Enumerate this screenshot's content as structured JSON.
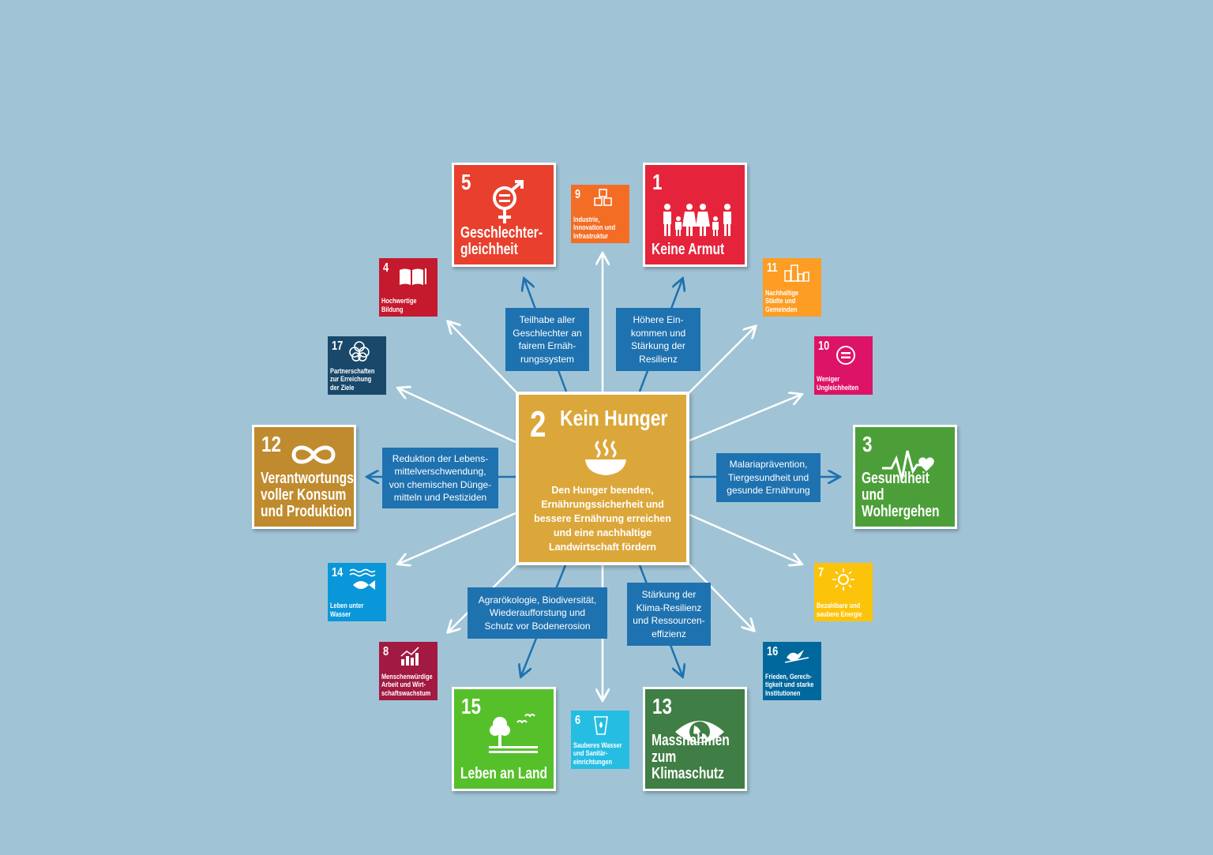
{
  "center": {
    "number": "2",
    "title": "Kein Hunger",
    "description": "Den Hunger beenden,\nErnährungssicherheit und\nbessere Ernährung erreichen\nund eine nachhaltige\nLandwirtschaft fördern",
    "color": "#dca73a",
    "icon": "food-bowl-icon"
  },
  "goals": {
    "g1": {
      "number": "1",
      "label": "Keine Armut",
      "color": "#e5243b",
      "icon": "family-icon"
    },
    "g3": {
      "number": "3",
      "label": "Gesundheit und\nWohlergehen",
      "color": "#4c9f38",
      "icon": "heartbeat-icon"
    },
    "g4": {
      "number": "4",
      "label": "Hochwertige\nBildung",
      "color": "#c5192d",
      "icon": "book-icon"
    },
    "g5": {
      "number": "5",
      "label": "Geschlechter-\ngleichheit",
      "color": "#ff3a21",
      "icon": "gender-equality-icon"
    },
    "g6": {
      "number": "6",
      "label": "Sauberes Wasser\nund Sanitär-\neinrichtungen",
      "color": "#26bde2",
      "icon": "water-glass-icon"
    },
    "g7": {
      "number": "7",
      "label": "Bezahlbare und\nsaubere Energie",
      "color": "#fcc30b",
      "icon": "sun-icon"
    },
    "g8": {
      "number": "8",
      "label": "Menschenwürdige\nArbeit und Wirt-\nschaftswachstum",
      "color": "#a21942",
      "icon": "growth-chart-icon"
    },
    "g9": {
      "number": "9",
      "label": "Industrie,\nInnovation und\nInfrastruktur",
      "color": "#fd6925",
      "icon": "cubes-icon"
    },
    "g10": {
      "number": "10",
      "label": "Weniger\nUngleichheiten",
      "color": "#dd1367",
      "icon": "equality-icon"
    },
    "g11": {
      "number": "11",
      "label": "Nachhaltige\nStädte und\nGemeinden",
      "color": "#fd9d24",
      "icon": "city-icon"
    },
    "g12": {
      "number": "12",
      "label": "Verantwortungs-\nvoller Konsum\nund Produktion",
      "color": "#bf8b2e",
      "icon": "infinity-icon"
    },
    "g13": {
      "number": "13",
      "label": "Massnahmen\nzum Klimaschutz",
      "color": "#3f7e44",
      "icon": "eye-globe-icon"
    },
    "g14": {
      "number": "14",
      "label": "Leben unter\nWasser",
      "color": "#0a97d9",
      "icon": "fish-icon"
    },
    "g15": {
      "number": "15",
      "label": "Leben an Land",
      "color": "#56c02b",
      "icon": "tree-birds-icon"
    },
    "g16": {
      "number": "16",
      "label": "Frieden, Gerech-\ntigkeit und starke\nInstitutionen",
      "color": "#00689d",
      "icon": "dove-icon"
    },
    "g17": {
      "number": "17",
      "label": "Partnerschaften\nzur Erreichung\nder Ziele",
      "color": "#19486a",
      "icon": "partnership-flower-icon"
    }
  },
  "connectors": {
    "gender": "Teilhabe aller\nGeschlechter an\nfairem Ernäh-\nrungssystem",
    "income": "Höhere Ein-\nkommen und\nStärkung der\nResilienz",
    "waste": "Reduktion der Lebens-\nmittelverschwendung,\nvon chemischen Dünge-\nmitteln und Pestiziden",
    "health": "Malariaprävention,\nTiergesundheit und\ngesunde Ernährung",
    "agro": "Agrarökologie, Biodiversität,\nWiederaufforstung und\nSchutz vor Bodenerosion",
    "climate": "Stärkung der\nKlima-Resilienz\nund Ressourcen-\neffizienz",
    "color": "#1e72b0"
  },
  "colors": {
    "background": "#a0c4d6",
    "arrow_white": "#ffffff",
    "arrow_blue": "#1e72b0"
  }
}
